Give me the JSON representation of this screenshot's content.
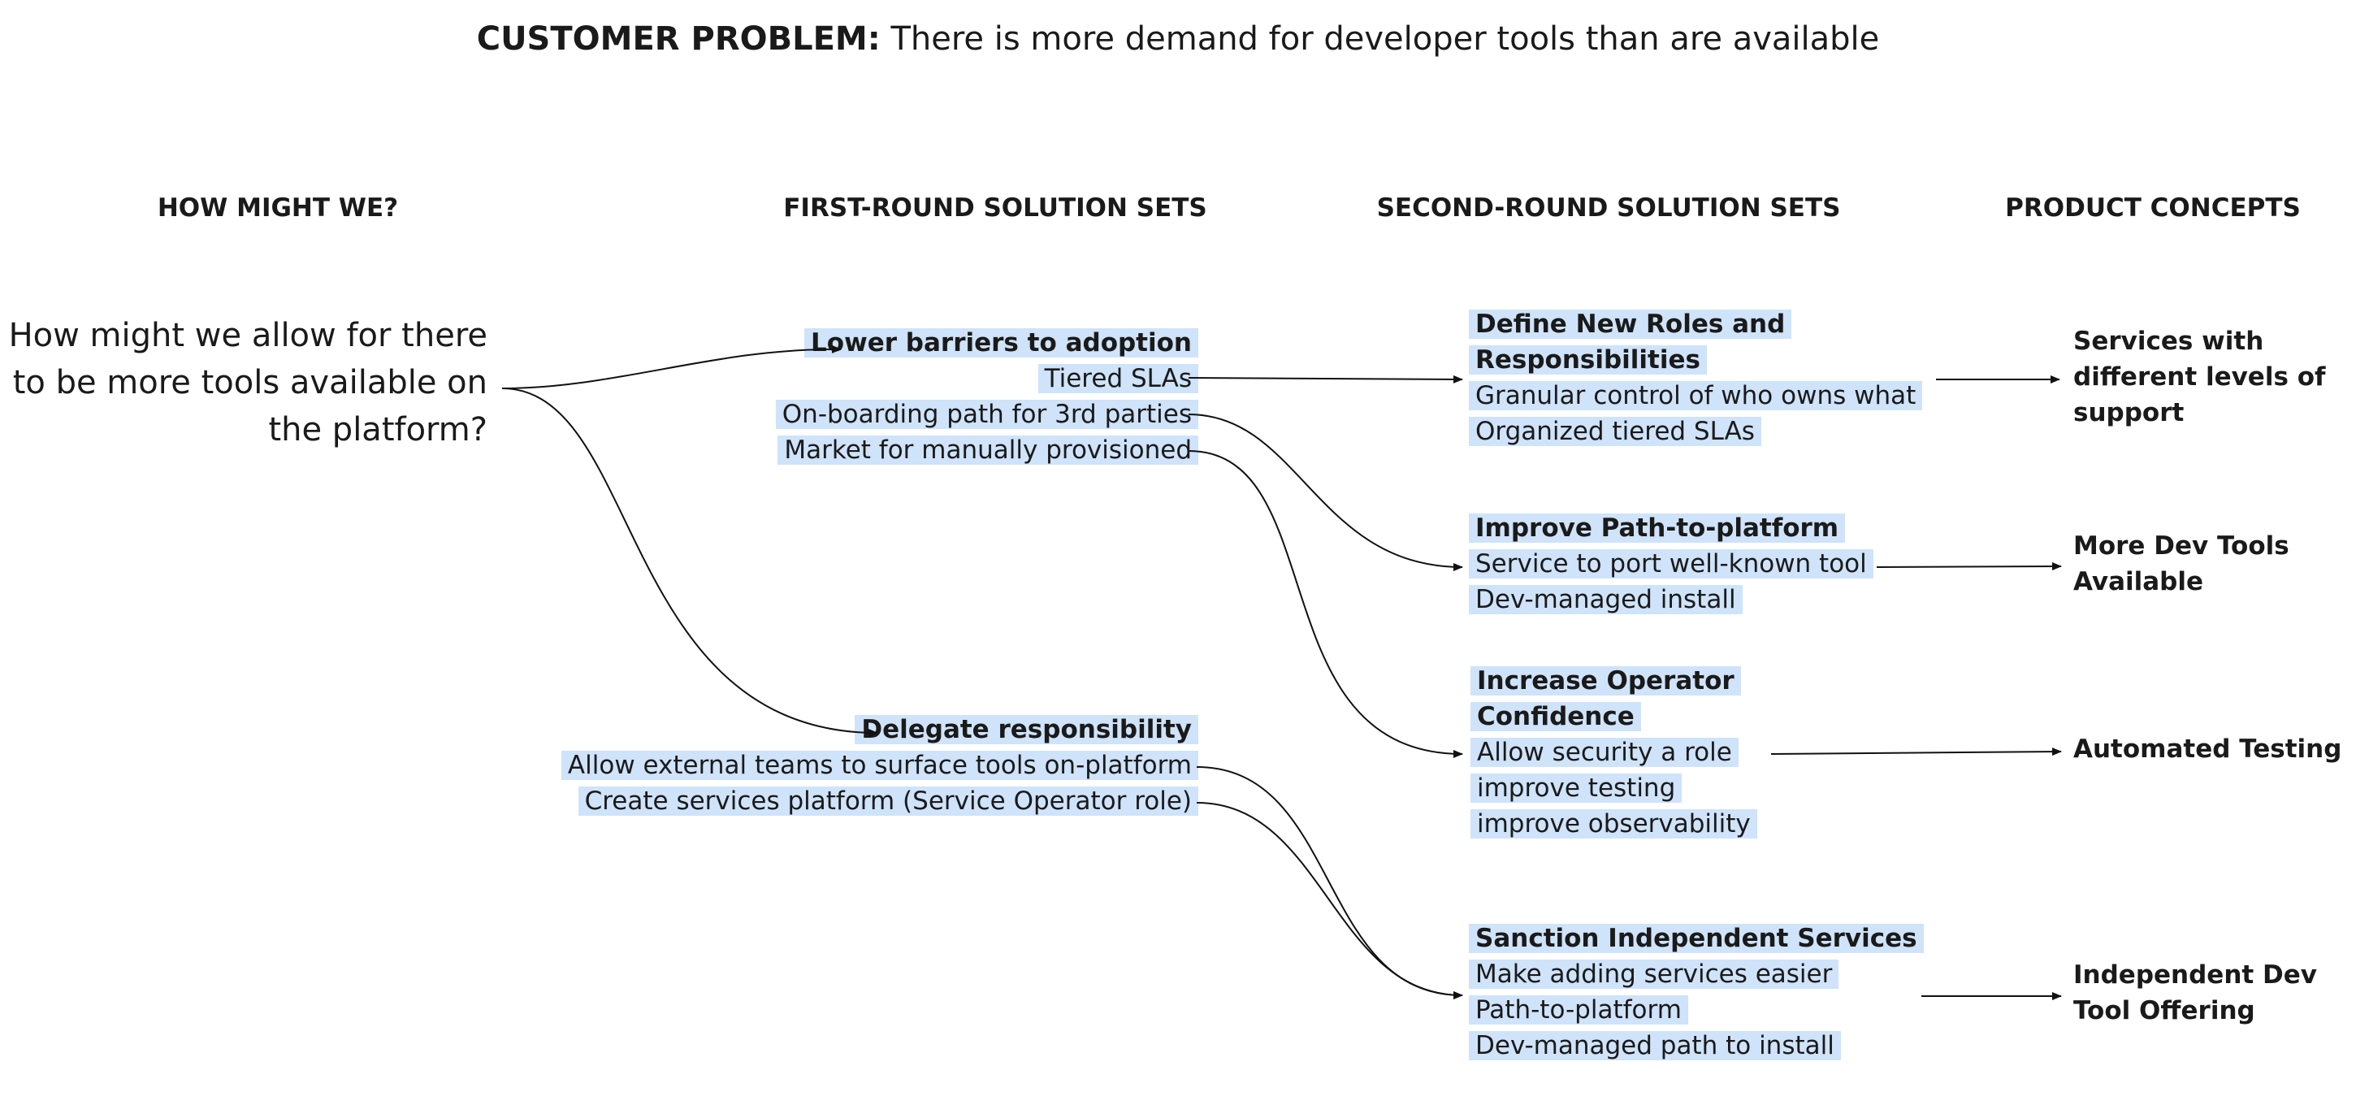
{
  "title": {
    "bold": "CUSTOMER PROBLEM:",
    "text": " There is more demand for developer tools than are available"
  },
  "headers": {
    "how_might_we": "HOW MIGHT WE?",
    "first_round": "FIRST-ROUND SOLUTION SETS",
    "second_round": "SECOND-ROUND SOLUTION SETS",
    "product_concepts": "PRODUCT CONCEPTS"
  },
  "question": "How might we allow for there to be more tools available on the platform?",
  "first_round": [
    {
      "title": "Lower barriers to adoption",
      "items": [
        "Tiered SLAs",
        "On-boarding path for 3rd parties",
        "Market for manually provisioned"
      ]
    },
    {
      "title": "Delegate responsibility",
      "items": [
        "Allow external teams to surface tools on-platform",
        "Create services platform (Service Operator role)"
      ]
    }
  ],
  "second_round": [
    {
      "title": [
        "Define New Roles and",
        "Responsibilities"
      ],
      "items": [
        "Granular control of who owns what",
        "Organized tiered SLAs"
      ]
    },
    {
      "title": [
        "Improve Path-to-platform"
      ],
      "items": [
        "Service to port well-known tool",
        "Dev-managed install"
      ]
    },
    {
      "title": [
        "Increase Operator",
        "Confidence"
      ],
      "items": [
        "Allow security a role",
        "improve testing",
        "improve observability"
      ]
    },
    {
      "title": [
        "Sanction Independent Services"
      ],
      "items": [
        "Make adding services easier",
        "Path-to-platform",
        "Dev-managed path to install"
      ]
    }
  ],
  "concepts": [
    [
      "Services with",
      "different levels of",
      "support"
    ],
    [
      "More Dev Tools",
      "Available"
    ],
    [
      "Automated Testing"
    ],
    [
      "Independent Dev",
      "Tool Offering"
    ]
  ],
  "colors": {
    "highlight": "#cfe3fa",
    "text": "#1a1a1a",
    "connector": "#111111"
  }
}
